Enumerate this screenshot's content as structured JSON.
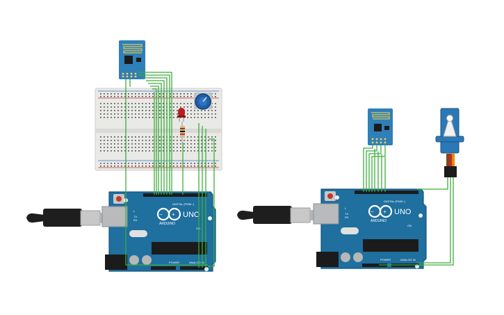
{
  "circuits": [
    {
      "id": "left",
      "board": {
        "brand": "ARDUINO",
        "model": "UNO",
        "header_digital": "DIGITAL (PWM~)",
        "header_power": "POWER",
        "header_analog": "ANALOG IN",
        "label_tx": "TX",
        "label_rx": "RX",
        "label_l": "L",
        "label_on": "ON"
      }
    },
    {
      "id": "right",
      "board": {
        "brand": "ARDUINO",
        "model": "UNO",
        "header_digital": "DIGITAL (PWM~)",
        "header_power": "POWER",
        "header_analog": "ANALOG IN",
        "label_tx": "TX",
        "label_rx": "RX",
        "label_l": "L",
        "label_on": "ON"
      }
    }
  ],
  "components": {
    "left": [
      "esp8266-wifi-module",
      "breadboard",
      "potentiometer",
      "red-led",
      "resistor",
      "usb-cable",
      "arduino-uno"
    ],
    "right": [
      "esp8266-wifi-module",
      "micro-servo",
      "usb-cable",
      "arduino-uno"
    ]
  },
  "colors": {
    "board": "#1f6f9f",
    "board_dark": "#15557c",
    "wire": "#3cae3c",
    "esp": "#2f7fb8",
    "servo": "#2b78b6",
    "led": "#b51f1f",
    "pot_knob": "#1f5fa8",
    "breadboard": "#e9e9e6",
    "cable": "#1e1e1e"
  }
}
